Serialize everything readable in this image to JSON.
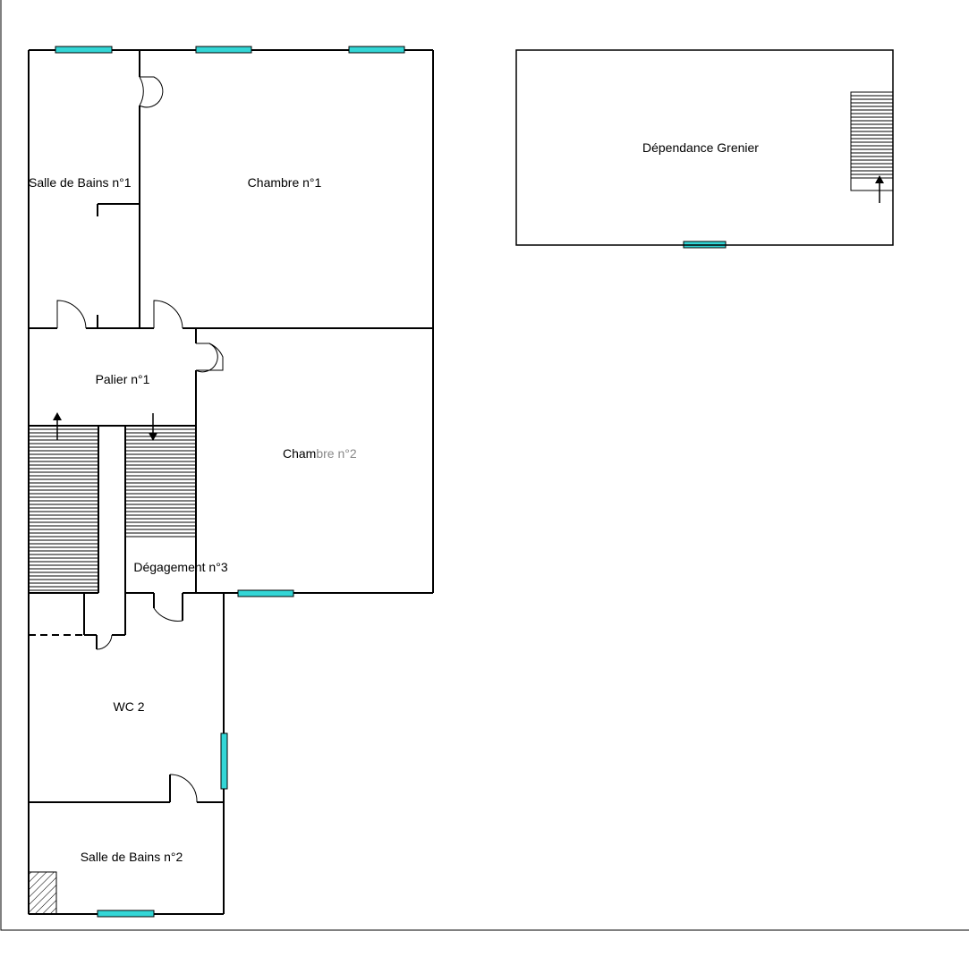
{
  "rooms": {
    "salle_de_bains_1": "Salle de Bains n°1",
    "chambre_1": "Chambre n°1",
    "dependance_grenier": "Dépendance Grenier",
    "palier_1": "Palier n°1",
    "chambre_2_dark": "Cham",
    "chambre_2_light": "bre n°2",
    "degagement_3": "Dégagement n°3",
    "wc_2": "WC 2",
    "salle_de_bains_2": "Salle de Bains n°2"
  },
  "colors": {
    "window": "#33d6d6",
    "wall": "#000000",
    "label_faded": "#888888"
  }
}
